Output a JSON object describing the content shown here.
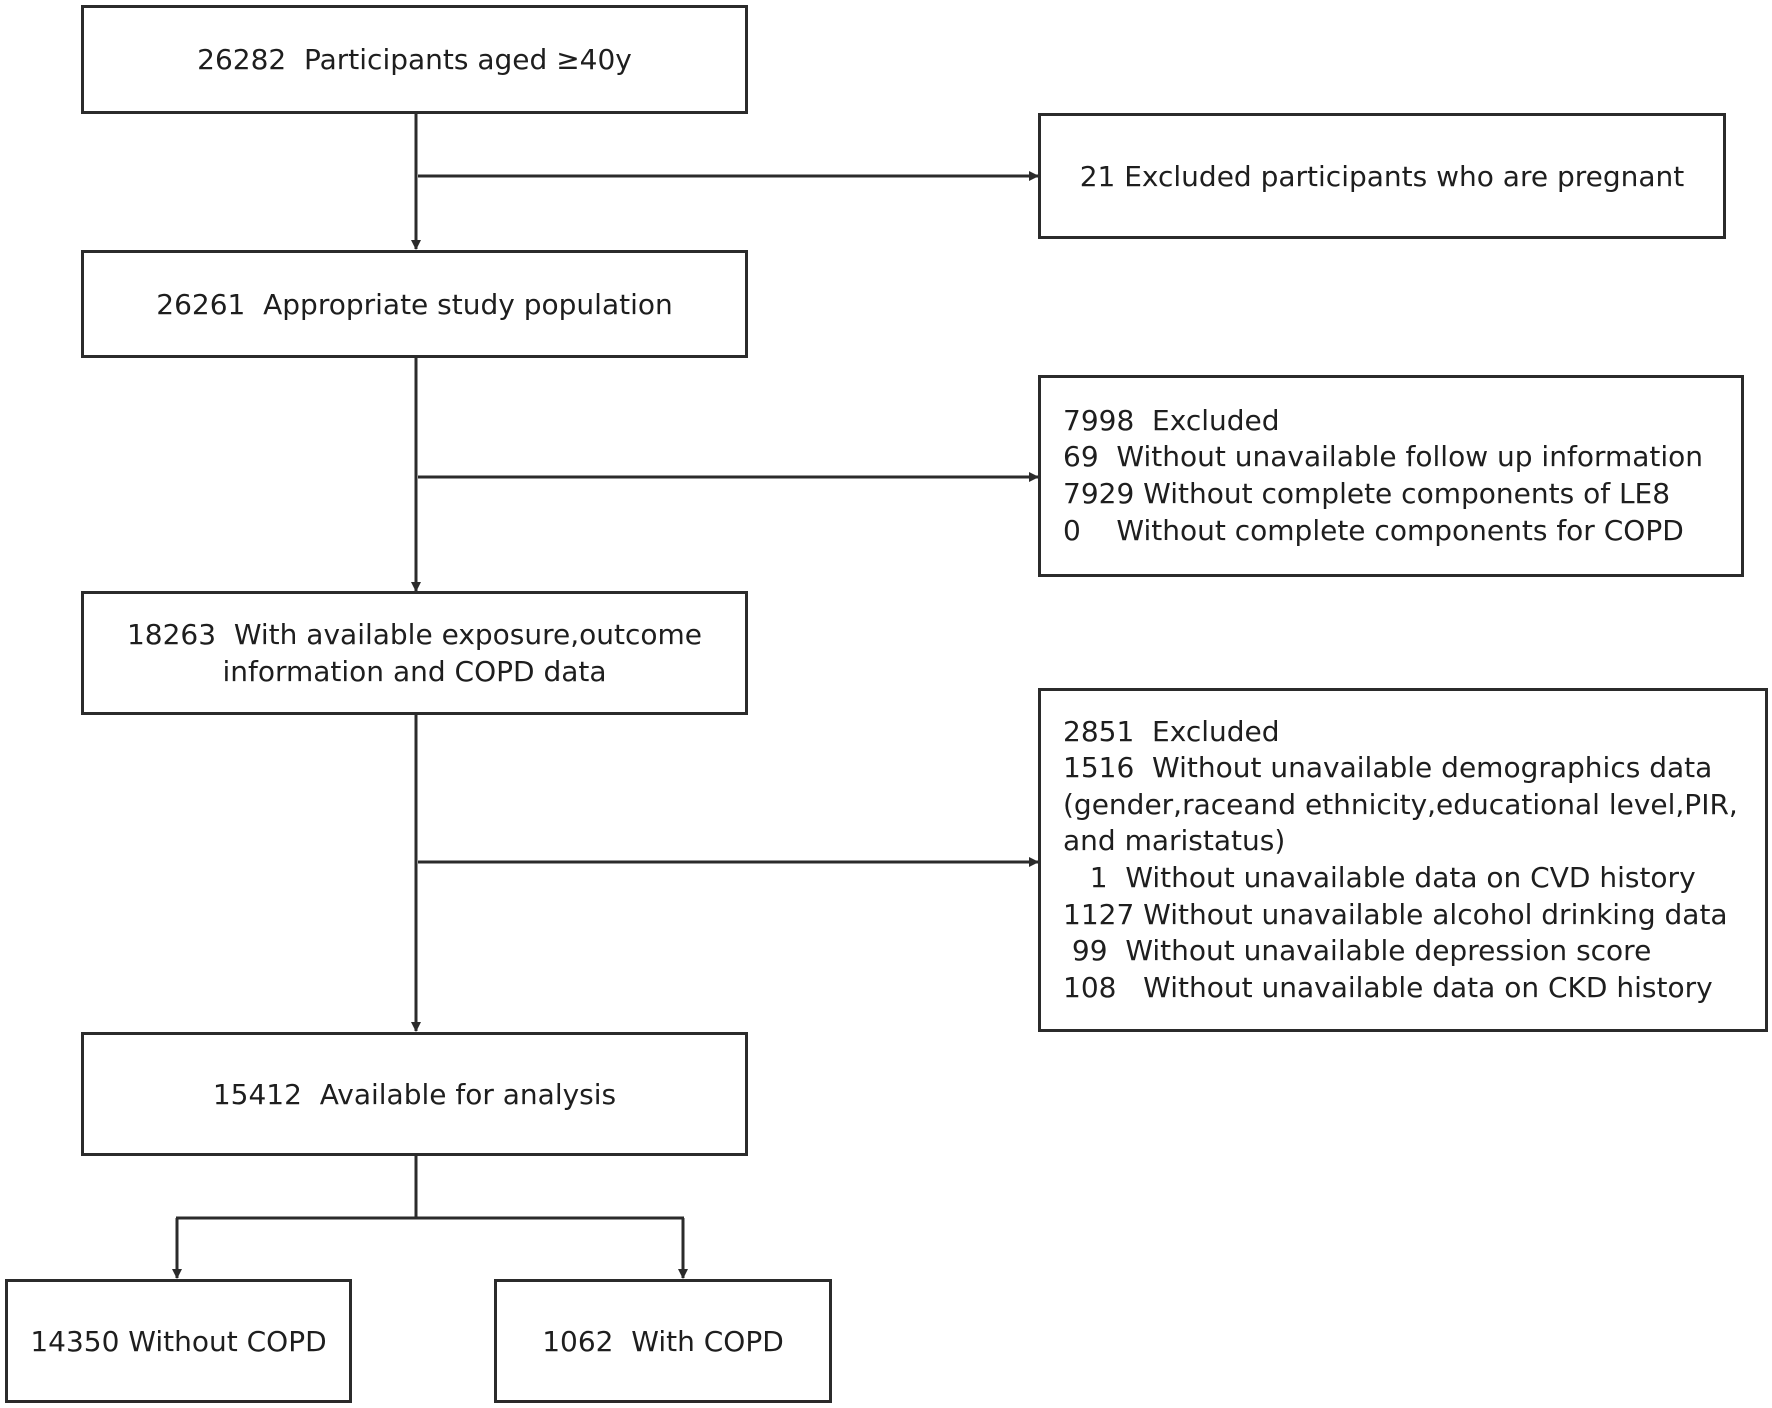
{
  "nodes": {
    "start": {
      "lines": [
        "26282  Participants aged ≥40y"
      ]
    },
    "excl_pregnant": {
      "lines": [
        "21 Excluded participants who are pregnant"
      ]
    },
    "appropriate": {
      "lines": [
        "26261  Appropriate study population"
      ]
    },
    "excl_followup": {
      "lines": [
        "7998  Excluded",
        "69  Without unavailable follow up information",
        "7929 Without complete components of LE8",
        "0    Without complete components for COPD"
      ]
    },
    "available_data": {
      "lines": [
        "18263  With available exposure,outcome",
        "information and COPD data"
      ]
    },
    "excl_covariates": {
      "lines": [
        "2851  Excluded",
        "1516  Without unavailable demographics data",
        "(gender,raceand ethnicity,educational level,PIR,",
        "and maristatus)",
        "   1  Without unavailable data on CVD history",
        "1127 Without unavailable alcohol drinking data",
        " 99  Without unavailable depression score",
        "108   Without unavailable data on CKD history"
      ]
    },
    "analysis": {
      "lines": [
        "15412  Available for analysis"
      ]
    },
    "without_copd": {
      "lines": [
        "14350 Without COPD"
      ]
    },
    "with_copd": {
      "lines": [
        "1062  With COPD"
      ]
    }
  }
}
